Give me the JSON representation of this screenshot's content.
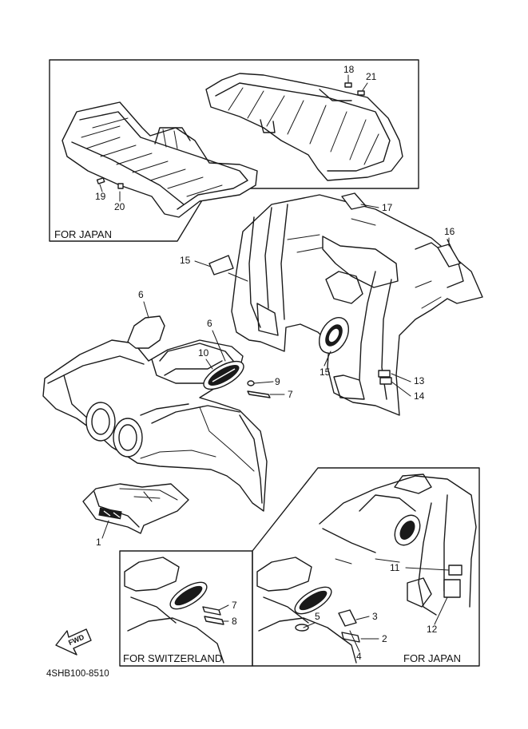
{
  "captions": {
    "rack_panel": "FOR JAPAN",
    "switzerland_panel": "FOR SWITZERLAND",
    "japan_panel": "FOR JAPAN"
  },
  "drawing_code": "4SHB100-8510",
  "fwd_arrow_label": "FWD",
  "callouts": [
    "1",
    "2",
    "3",
    "4",
    "5",
    "6",
    "6",
    "7",
    "7",
    "8",
    "9",
    "10",
    "11",
    "12",
    "13",
    "14",
    "15",
    "15",
    "16",
    "17",
    "18",
    "19",
    "20",
    "21"
  ]
}
